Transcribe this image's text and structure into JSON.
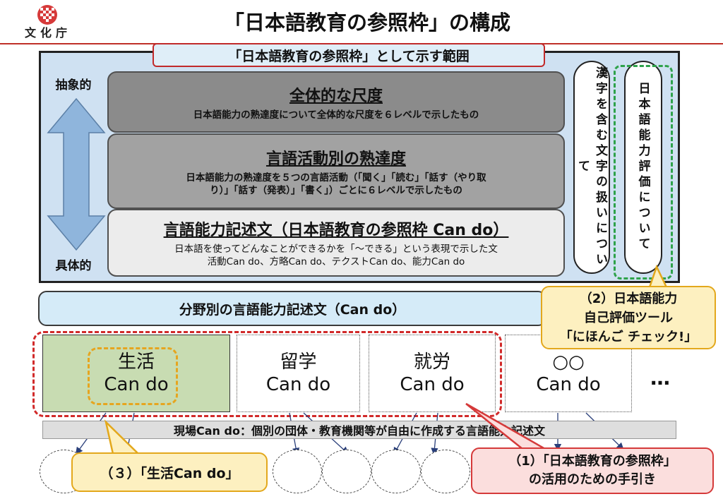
{
  "header": {
    "logo_text": "文化庁",
    "title": "「日本語教育の参照枠」の構成"
  },
  "scope_tab": "「日本語教育の参照枠」として示す範囲",
  "axis": {
    "top_label": "抽象的",
    "bottom_label": "具体的"
  },
  "levels": [
    {
      "title": "全体的な尺度",
      "desc_lines": [
        "日本語能力の熟達度について全体的な尺度を６レベルで示したもの"
      ]
    },
    {
      "title": "言語活動別の熟達度",
      "desc_lines": [
        "日本語能力の熟達度を５つの言語活動（「聞く」「読む」「話す（やり取",
        "り）」「話す（発表）」「書く」）ごとに６レベルで示したもの"
      ]
    },
    {
      "title": "言語能力記述文（日本語教育の参照枠 Can do）",
      "desc_lines": [
        "日本語を使ってどんなことができるかを「～できる」という表現で示した文",
        "活動Can do、方略Can do、テクストCan do、能力Can do"
      ]
    }
  ],
  "side_pills": {
    "kanji": "漢字を含む文字の扱いについて",
    "evaluation": "日本語能力評価について"
  },
  "field_band": "分野別の言語能力記述文（Can do）",
  "cards": [
    {
      "line1": "生活",
      "line2": "Can do"
    },
    {
      "line1": "留学",
      "line2": "Can do"
    },
    {
      "line1": "就労",
      "line2": "Can do"
    },
    {
      "line1": "○○",
      "line2": "Can do"
    }
  ],
  "ellipsis": "…",
  "practical_band": "現場Can do：個別の団体・教育機関等が自由に作成する言語能力記述文",
  "callouts": {
    "tool": [
      "（2）日本語能力",
      "自己評価ツール",
      "「にほんご チェック!」"
    ],
    "life": "（３）「生活Can do」",
    "guide": [
      "（1）「日本語教育の参照枠」",
      "の活用のための手引き"
    ]
  },
  "colors": {
    "header_rule": "#c03028",
    "scope_fill": "#cfe1f2",
    "level1": "#8b8b8b",
    "level2": "#a2a2a2",
    "level3": "#ececec",
    "life_card": "#c8dcb2",
    "red_dash": "#d12a2a",
    "green_dash": "#2ea24a",
    "yellow_callout": "#fdf0c0",
    "pink_callout": "#fbdedd",
    "arrow_blue": "#8fb5dc"
  }
}
